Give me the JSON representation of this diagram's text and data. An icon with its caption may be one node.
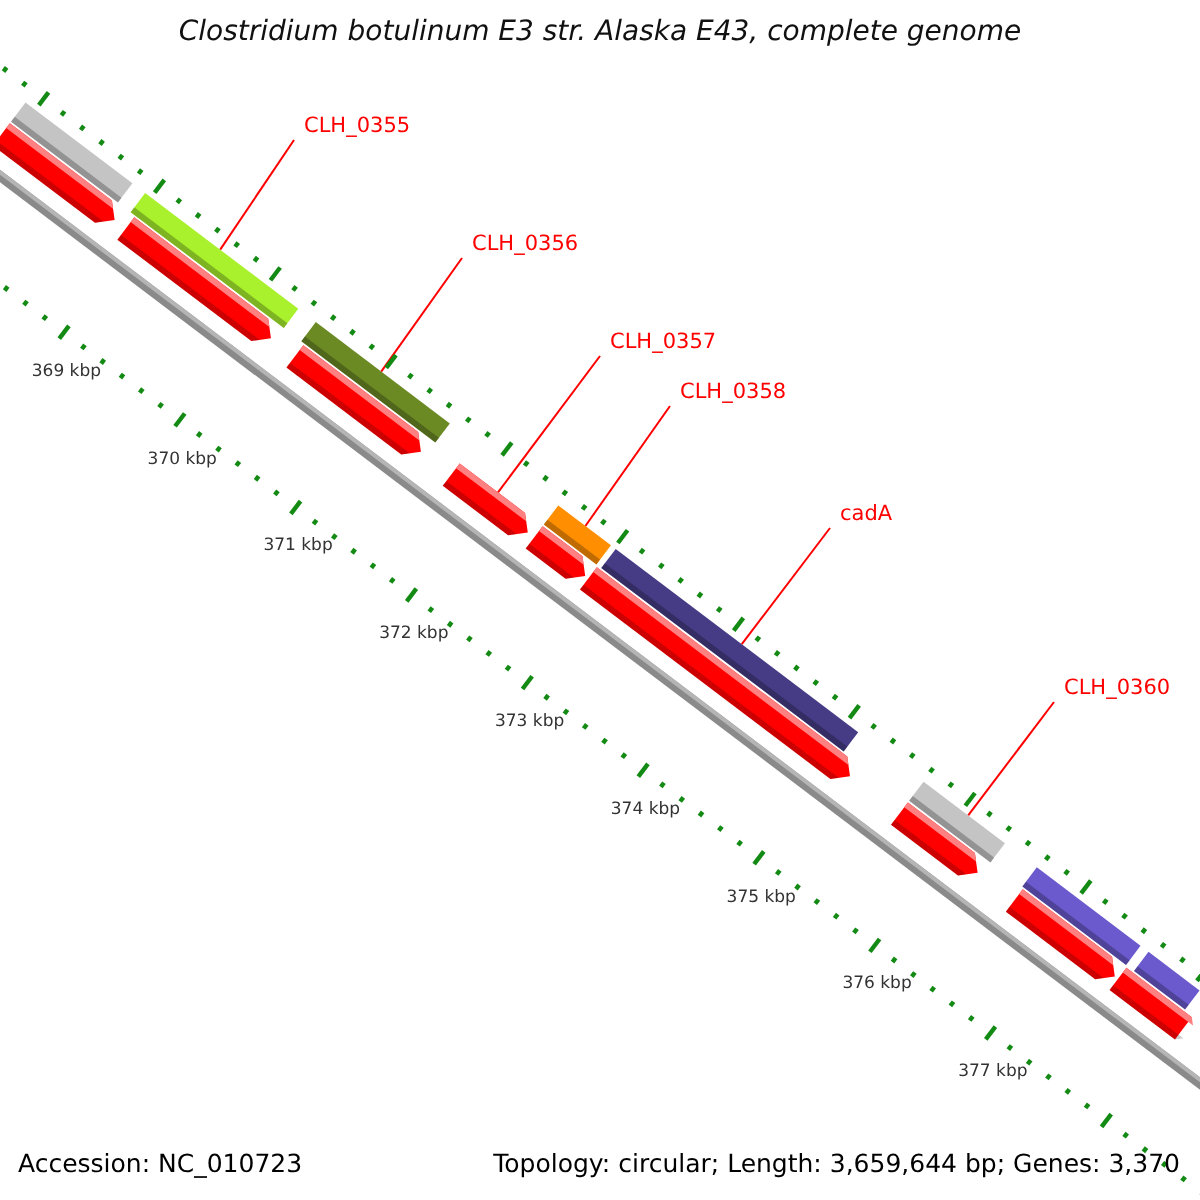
{
  "diagram": {
    "title": "Clostridium botulinum E3 str. Alaska E43, complete genome",
    "nodes": [
      {
        "text": [
          "CLH_0355"
        ]
      },
      {
        "text": [
          "CLH_0356"
        ]
      },
      {
        "text": [
          "CLH_0357"
        ]
      },
      {
        "text": [
          "CLH_0358"
        ]
      },
      {
        "text": [
          "cadA"
        ]
      },
      {
        "text": [
          "CLH_0360"
        ]
      },
      {
        "text": [],
        "shape": "bar"
      },
      {
        "text": [],
        "shape": "bar"
      },
      {
        "text": [],
        "shape": "bar"
      },
      {
        "text": [],
        "shape": "bar"
      },
      {
        "text": [],
        "shape": "bar"
      },
      {
        "text": [],
        "shape": "bar"
      },
      {
        "text": [],
        "shape": "bar"
      },
      {
        "text": [],
        "shape": "bar"
      },
      {
        "text": [],
        "shape": "pentagon"
      },
      {
        "text": [],
        "shape": "pentagon"
      },
      {
        "text": [],
        "shape": "pentagon"
      },
      {
        "text": [],
        "shape": "pentagon"
      },
      {
        "text": [],
        "shape": "pentagon"
      },
      {
        "text": [],
        "shape": "pentagon"
      },
      {
        "text": [],
        "shape": "pentagon"
      },
      {
        "text": [],
        "shape": "pentagon"
      },
      {
        "text": [],
        "shape": "pentagon"
      }
    ],
    "edges": [
      {
        "from": 0,
        "to": 7,
        "arrow": "none"
      },
      {
        "from": 1,
        "to": 8,
        "arrow": "none"
      },
      {
        "from": 2,
        "to": 17,
        "arrow": "none"
      },
      {
        "from": 3,
        "to": 9,
        "arrow": "none"
      },
      {
        "from": 4,
        "to": 10,
        "arrow": "none"
      },
      {
        "from": 5,
        "to": 11,
        "arrow": "none"
      }
    ],
    "labels": [
      "369 kbp",
      "370 kbp",
      "371 kbp",
      "372 kbp",
      "373 kbp",
      "374 kbp",
      "375 kbp",
      "376 kbp",
      "377 kbp",
      "Accession: NC_010723",
      "Topology: circular; Length: 3,659,644 bp; Genes: 3,370"
    ]
  }
}
